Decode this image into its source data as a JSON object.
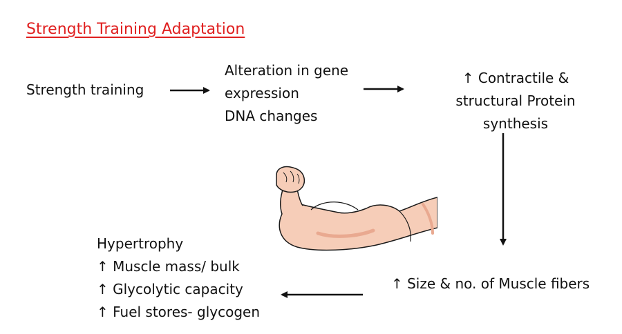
{
  "slide": {
    "title": "Strength Training Adaptation",
    "nodes": {
      "strength_training": "Strength training",
      "gene_expression": [
        "Alteration in gene",
        "expression",
        "DNA changes"
      ],
      "protein_synthesis": [
        "↑ Contractile &",
        "structural Protein",
        "synthesis"
      ],
      "muscle_fibers": "↑ Size & no. of Muscle fibers",
      "hypertrophy": [
        "Hypertrophy",
        "↑ Muscle mass/ bulk",
        "↑ Glycolytic  capacity",
        "↑ Fuel stores- glycogen"
      ]
    },
    "colors": {
      "title": "#e02020",
      "arm_skin": "#f6cdb8",
      "arm_shade": "#e9a990",
      "outline": "#1a1a1a"
    },
    "icons": {
      "illustration": "flexed-arm-icon"
    }
  }
}
